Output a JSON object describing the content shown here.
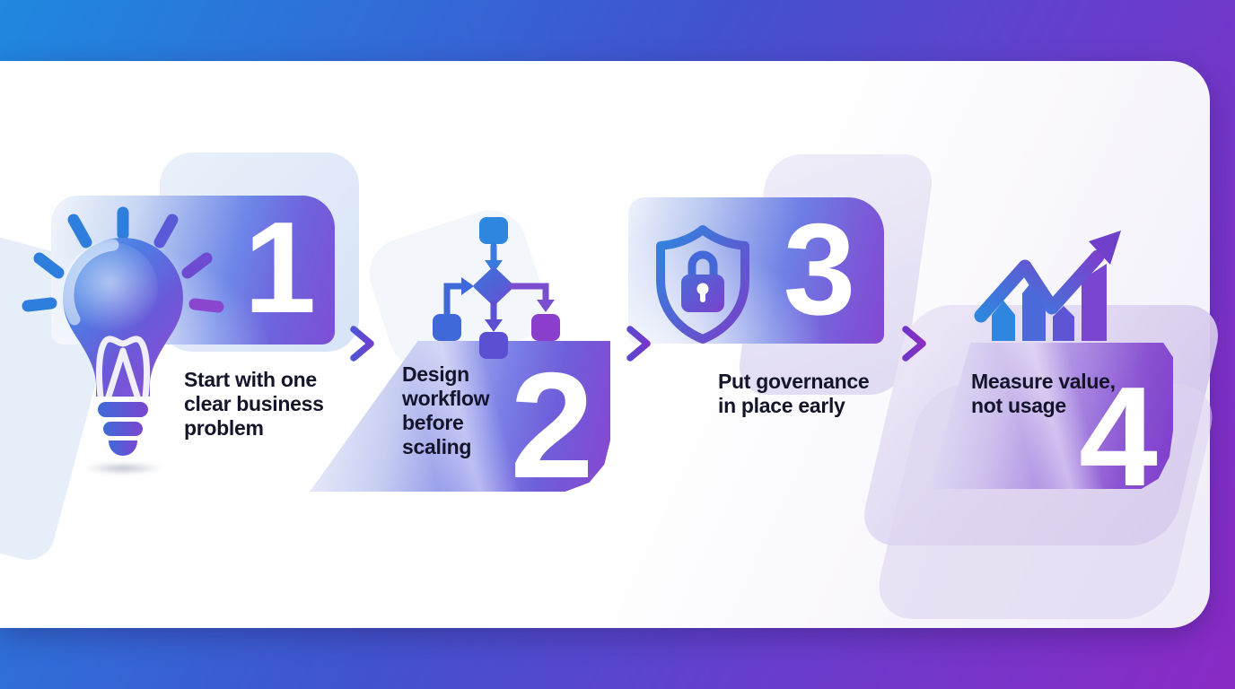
{
  "colors": {
    "frame_gradient_start": "#1f88df",
    "frame_gradient_mid": "#4153ce",
    "frame_gradient_end": "#8a2ac5",
    "panel_surface": "#ffffff",
    "caption_text": "#14142b",
    "number_text": "#ffffff",
    "accent_blue": "#2e7edd",
    "accent_purple": "#8a3ecb"
  },
  "steps": [
    {
      "number": "1",
      "icon": "lightbulb",
      "text": "Start with one\nclear business\nproblem"
    },
    {
      "number": "2",
      "icon": "flowchart",
      "text": "Design\nworkflow\nbefore\nscaling"
    },
    {
      "number": "3",
      "icon": "shield-lock",
      "text": "Put governance\nin place early"
    },
    {
      "number": "4",
      "icon": "growth-chart",
      "text": "Measure value,\nnot usage"
    }
  ]
}
